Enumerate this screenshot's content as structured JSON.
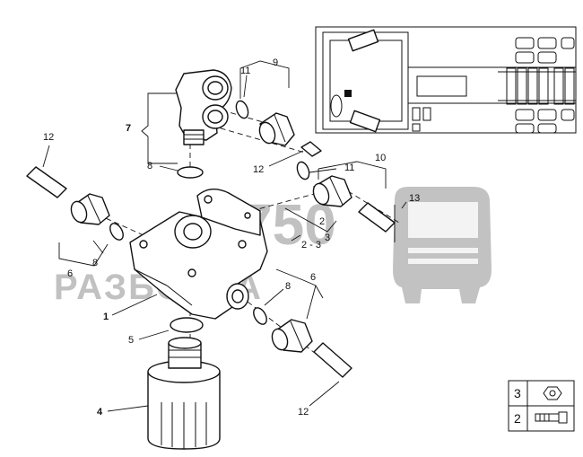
{
  "callouts": {
    "c1": "1",
    "c2": "2",
    "c3": "3",
    "c4": "4",
    "c5": "5",
    "c6a": "6",
    "c6b": "6",
    "c7": "7",
    "c8a": "8",
    "c8b": "8",
    "c8c": "8",
    "c9": "9",
    "c10": "10",
    "c11a": "11",
    "c11b": "11",
    "c12a": "12",
    "c12b": "12",
    "c12c": "12",
    "c13": "13",
    "c2dash3": "2 - 3"
  },
  "legend": {
    "row1_label": "3",
    "row1_icon": "hex-nut-icon",
    "row2_label": "2",
    "row2_icon": "bolt-icon"
  },
  "watermark": {
    "line1": "750",
    "line2": "РАЗБОРКА",
    "logo_icon": "truck-icon"
  },
  "colors": {
    "ink": "#111111",
    "watermark": "#8f8f8f"
  }
}
